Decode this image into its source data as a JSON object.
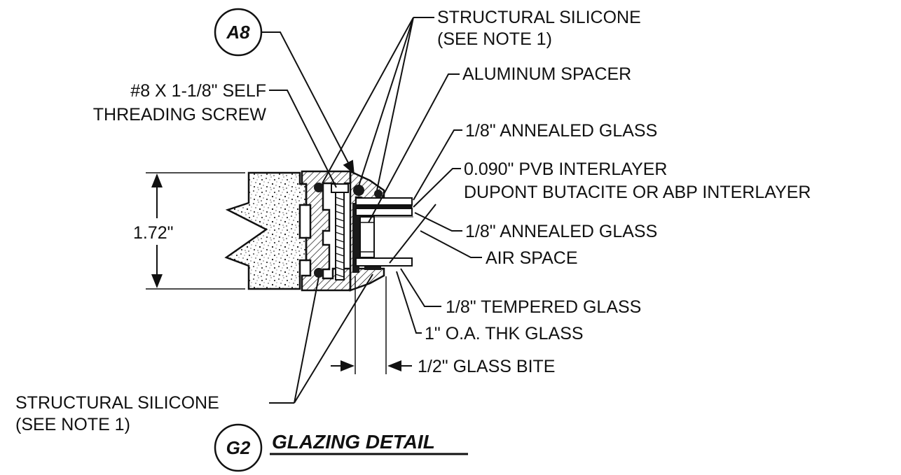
{
  "callouts": {
    "a8": "A8",
    "g2": "G2",
    "structural_silicone_top_1": "STRUCTURAL SILICONE",
    "structural_silicone_top_2": "(SEE NOTE 1)",
    "aluminum_spacer": "ALUMINUM SPACER",
    "screw_1": "#8 X 1-1/8\" SELF",
    "screw_2": "THREADING SCREW",
    "annealed_top": "1/8\" ANNEALED GLASS",
    "pvb_1": "0.090\" PVB INTERLAYER",
    "pvb_2": "DUPONT BUTACITE OR ABP INTERLAYER",
    "annealed_mid": "1/8\" ANNEALED GLASS",
    "air_space": "AIR SPACE",
    "tempered": "1/8\" TEMPERED GLASS",
    "oa_thk": "1\" O.A. THK GLASS",
    "glass_bite": "1/2\" GLASS BITE",
    "dim_height": "1.72\"",
    "structural_silicone_bot_1": "STRUCTURAL SILICONE",
    "structural_silicone_bot_2": "(SEE NOTE 1)",
    "title": "GLAZING DETAIL"
  },
  "colors": {
    "ink": "#111111",
    "paper": "#ffffff",
    "sealant": "#1a1a1a"
  }
}
